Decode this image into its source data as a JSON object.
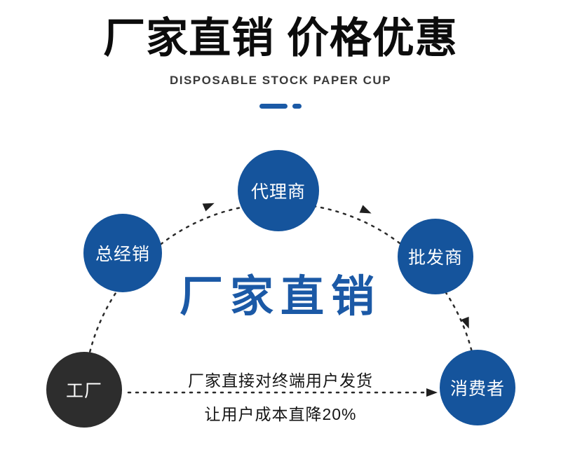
{
  "header": {
    "title": "厂家直销 价格优惠",
    "subtitle": "DISPOSABLE STOCK PAPER CUP"
  },
  "diagram": {
    "center_label": "厂家直销",
    "nodes": [
      {
        "id": "agent",
        "label": "代理商"
      },
      {
        "id": "distributor",
        "label": "总经销"
      },
      {
        "id": "wholesaler",
        "label": "批发商"
      },
      {
        "id": "factory",
        "label": "工厂"
      },
      {
        "id": "consumer",
        "label": "消费者"
      }
    ],
    "note_line1": "厂家直接对终端用户发货",
    "note_line2": "让用户成本直降20%",
    "colors": {
      "node_blue": "#15549c",
      "node_dark": "#2d2d2d",
      "accent_blue": "#1b5aa6",
      "center_text_blue": "#1b59a6",
      "line_color": "#2b2b2b"
    }
  }
}
